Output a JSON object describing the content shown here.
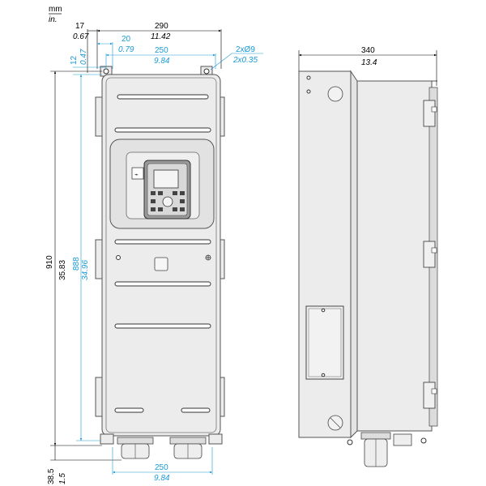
{
  "units": {
    "primary": "mm",
    "secondary": "in."
  },
  "front_view": {
    "top_offset": {
      "mm": "17",
      "in": "0.67"
    },
    "width": {
      "mm": "290",
      "in": "11.42"
    },
    "inner_offset": {
      "mm": "20",
      "in": "0.79"
    },
    "hole_spacing": {
      "mm": "250",
      "in": "9.84"
    },
    "holes": {
      "mm": "2xØ9",
      "in": "2x0.35"
    },
    "top_hole_height": {
      "mm": "12",
      "in": "0.47"
    },
    "overall_height": {
      "mm": "910",
      "in": "35.83"
    },
    "hole_center_height": {
      "mm": "888",
      "in": "34.96"
    },
    "bottom_hole_spacing": {
      "mm": "250",
      "in": "9.84"
    },
    "bottom_offset": {
      "mm": "38.5",
      "in": "1.5"
    }
  },
  "side_view": {
    "depth": {
      "mm": "340",
      "in": "13.4"
    }
  },
  "colors": {
    "primary_dim": "#000000",
    "secondary_dim": "#1a9ad6",
    "body": "#ececec"
  }
}
